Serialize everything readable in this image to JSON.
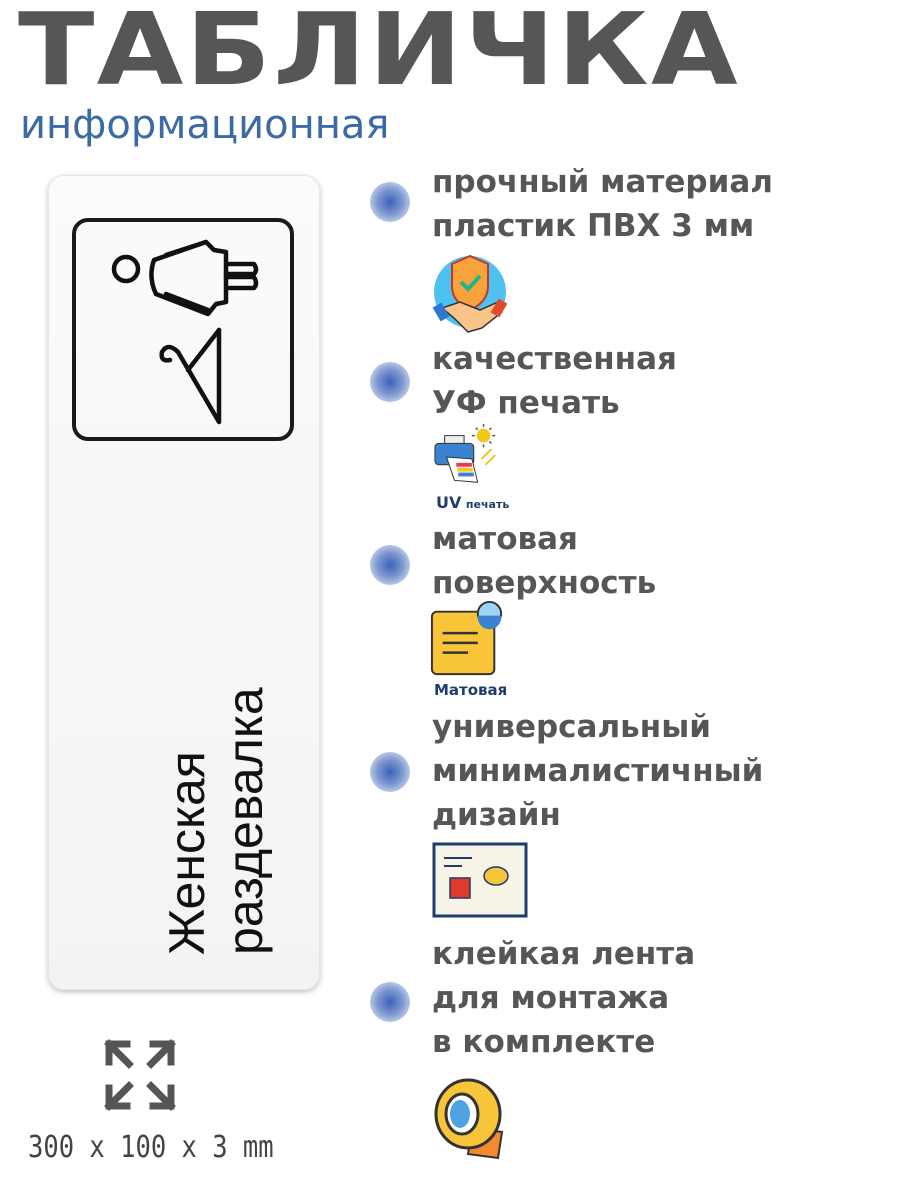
{
  "header": {
    "title": "ТАБЛИЧКА",
    "subtitle": "информационная"
  },
  "sign": {
    "text_line1": "Женская",
    "text_line2": "раздевалка"
  },
  "features": [
    {
      "lines": [
        "прочный материал",
        "пластик ПВХ 3 мм"
      ],
      "icon": "shield-handshake-icon"
    },
    {
      "lines": [
        "качественная",
        "УФ печать"
      ],
      "icon": "uv-printer-icon",
      "caption_bold": "UV",
      "caption": "печать"
    },
    {
      "lines": [
        "матовая",
        "поверхность"
      ],
      "icon": "matte-panel-icon",
      "caption": "Матовая"
    },
    {
      "lines": [
        "универсальный",
        "минималистичный",
        "дизайн"
      ],
      "icon": "design-card-icon"
    },
    {
      "lines": [
        "клейкая лента",
        "для монтажа",
        "в комплекте"
      ],
      "icon": "tape-roll-icon"
    }
  ],
  "dimensions": "300 x 100 x 3 mm",
  "colors": {
    "title": "#555658",
    "subtitle": "#3b6aa6",
    "bullet": "#3b63b8"
  }
}
